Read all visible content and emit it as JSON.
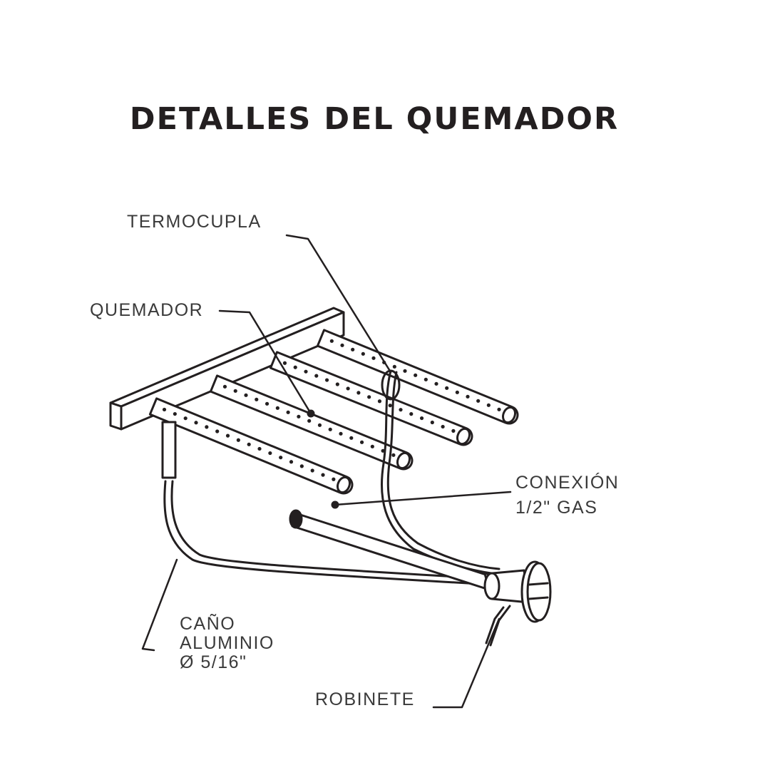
{
  "title": "DETALLES DEL QUEMADOR",
  "labels": {
    "termocupla": "TERMOCUPLA",
    "quemador": "QUEMADOR",
    "conexion_line1": "CONEXIÓN",
    "conexion_line2": "1/2\" GAS",
    "cano_line1": "CAÑO",
    "cano_line2": "ALUMINIO",
    "cano_line3": "Ø 5/16\"",
    "robinete": "ROBINETE"
  },
  "colors": {
    "ink": "#231f20",
    "text": "#3a3a3a",
    "background": "#ffffff"
  }
}
